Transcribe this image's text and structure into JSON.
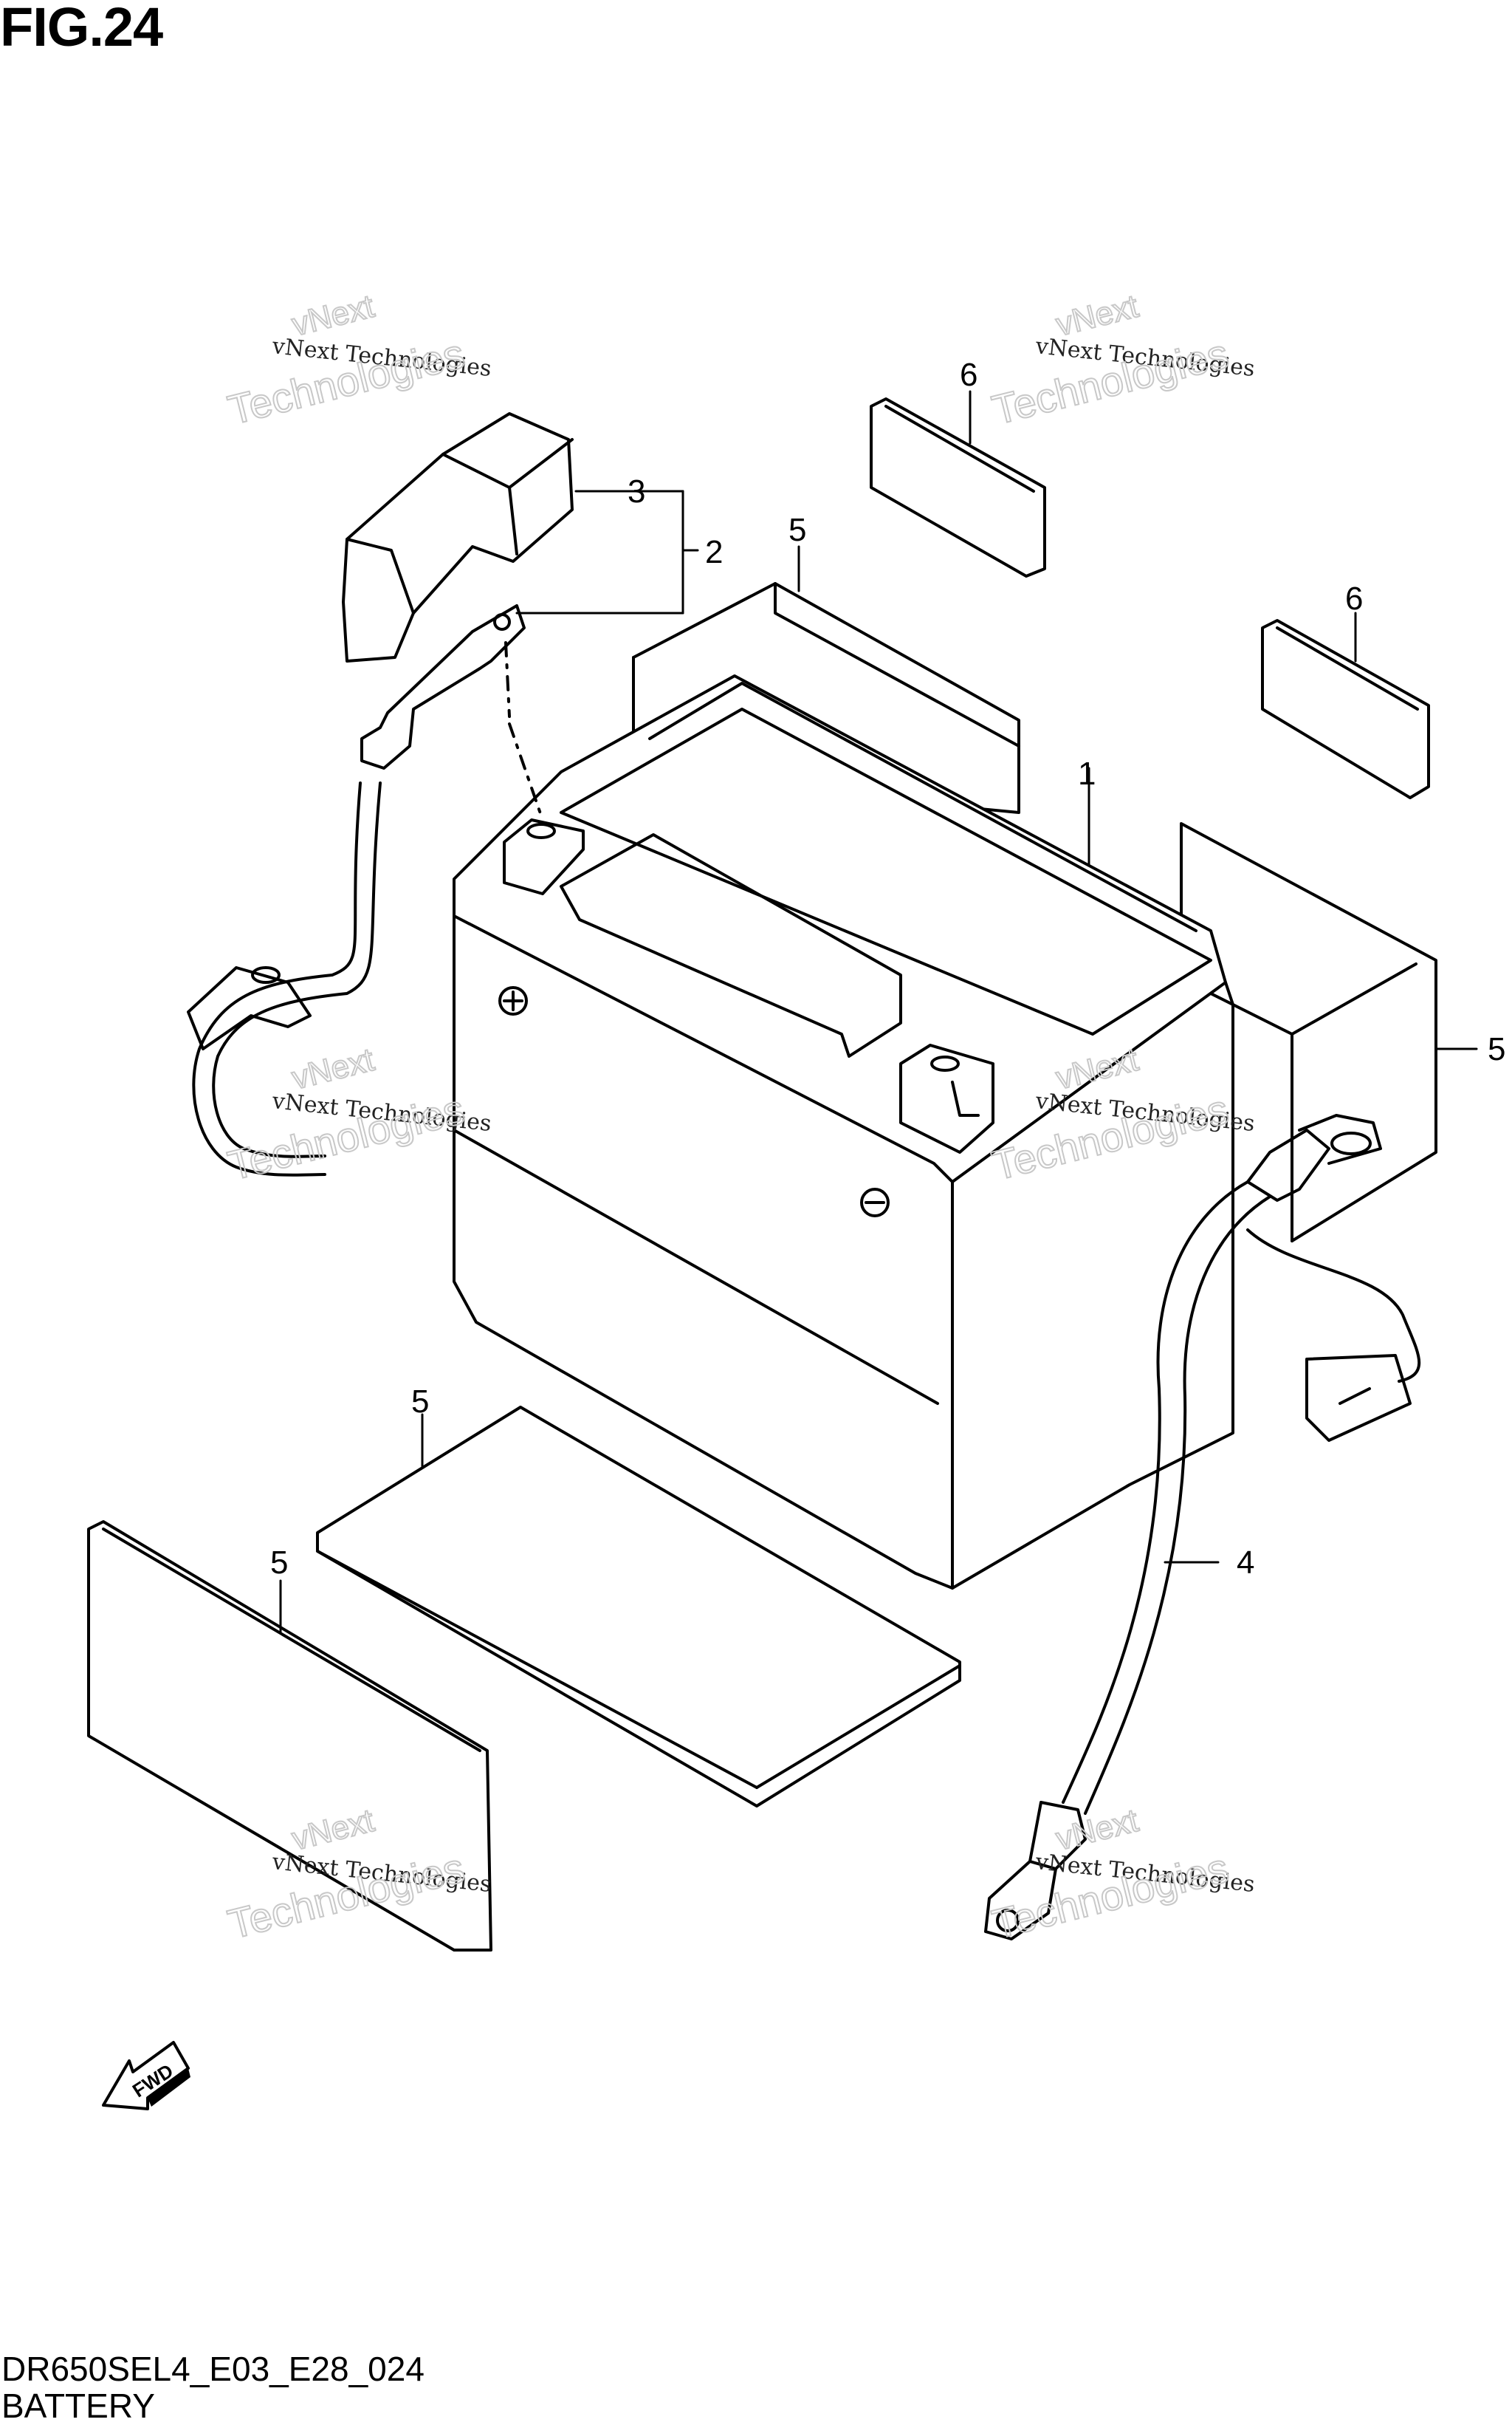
{
  "figure": {
    "title": "FIG.24",
    "code": "DR650SEL4_E03_E28_024",
    "name": "BATTERY"
  },
  "callouts": [
    "1",
    "2",
    "3",
    "4",
    "5",
    "5",
    "5",
    "5",
    "6",
    "6"
  ],
  "direction_marker": {
    "text": "FWD",
    "icon": "arrow-left-icon"
  },
  "watermark": {
    "line1": "vNext Technologies",
    "line2": "Technologies",
    "line3": "vNext"
  },
  "colors": {
    "ink": "#000000",
    "watermark": "#c8c8c8",
    "background": "#ffffff"
  }
}
